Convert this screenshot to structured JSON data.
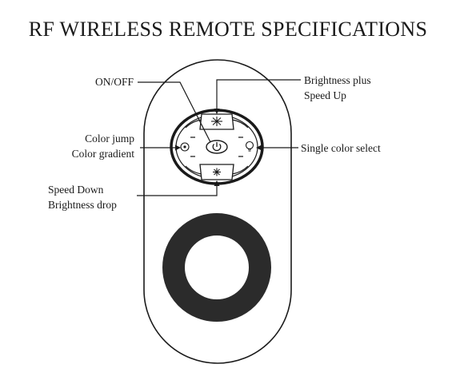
{
  "title": "RF WIRELESS  REMOTE SPECIFICATIONS",
  "callouts": {
    "on_off": "ON/OFF",
    "brightness_plus": "Brightness plus",
    "speed_up": "Speed Up",
    "color_jump": "Color jump",
    "color_gradient": "Color gradient",
    "single_color_select": "Single color select",
    "speed_down": "Speed Down",
    "brightness_drop": "Brightness drop"
  },
  "icons": {
    "up_button": "sun-bright-icon",
    "down_button": "sun-dim-icon",
    "left_button": "color-wheel-icon",
    "right_button": "bulb-icon",
    "center_button": "power-icon"
  },
  "colors": {
    "line": "#1a1a1a",
    "ring": "#2b2b2b",
    "background": "#ffffff"
  }
}
